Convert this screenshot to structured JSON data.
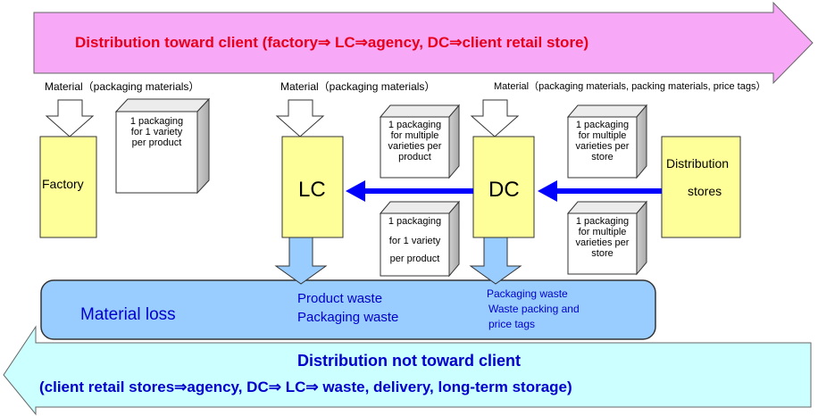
{
  "top_arrow": {
    "text": "Distribution toward client  (factory⇒ LC⇒agency, DC⇒client retail store)",
    "color": "#f7a8f7",
    "text_color": "#e8001b"
  },
  "bottom_arrow": {
    "line1": "Distribution not toward client",
    "line2": "(client retail stores⇒agency, DC⇒ LC⇒ waste, delivery, long-term storage)",
    "color": "#ccffff",
    "text_color": "#0000cc"
  },
  "material_labels": {
    "factory": "Material（packaging materials）",
    "lc": "Material（packaging materials）",
    "dc": "Material（packaging materials, packing materials, price tags）"
  },
  "nodes": {
    "factory": "Factory",
    "lc": "LC",
    "dc": "DC",
    "stores_line1": "Distribution",
    "stores_line2": "stores"
  },
  "packages": {
    "factory": "1 packaging for 1 variety per product",
    "lc_top": "1 packaging for multiple varieties per product",
    "lc_bottom_line1": "1 packaging",
    "lc_bottom_line2": "for 1 variety",
    "lc_bottom_line3": "per product",
    "dc_top": "1 packaging for multiple varieties per store",
    "dc_bottom": "1 packaging for multiple varieties per store"
  },
  "loss_box": {
    "title": "Material loss",
    "lc_line1": "Product waste",
    "lc_line2": "Packaging waste",
    "dc_line1": "Packaging waste",
    "dc_line2": "Waste packing and",
    "dc_line3": "price tags",
    "color": "#99ccff"
  },
  "colors": {
    "node_fill": "#ffff99",
    "flow_arrow": "#0000ff",
    "down_arrow": "#99ccff"
  }
}
